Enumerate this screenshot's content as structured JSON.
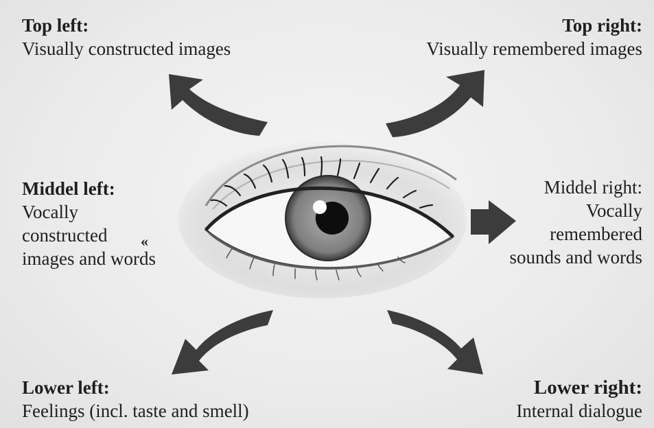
{
  "labels": {
    "top_left": {
      "head": "Top left:",
      "body": "Visually constructed images"
    },
    "top_right": {
      "head": "Top right:",
      "body": "Visually remembered images"
    },
    "middle_left": {
      "head": "Middel left:",
      "line1": "Vocally",
      "line2": "constructed",
      "line3": "images and words",
      "marker": "«"
    },
    "middle_right": {
      "head": "Middel right:",
      "line1": "Vocally",
      "line2": "remembered",
      "line3": "sounds and words"
    },
    "lower_left": {
      "head": "Lower left:",
      "body": "Feelings (incl. taste and smell)"
    },
    "lower_right": {
      "head": "Lower right:",
      "body": "Internal dialogue"
    }
  },
  "icons": {
    "center": "eye-icon",
    "arrows": [
      "arrow-up-left-icon",
      "arrow-up-right-icon",
      "arrow-right-icon",
      "arrow-down-left-icon",
      "arrow-down-right-icon"
    ]
  },
  "colors": {
    "arrow": "#3c3c3c",
    "iris": "#8d8d8d",
    "pupil": "#0d0d0d",
    "background": "#ececec"
  }
}
